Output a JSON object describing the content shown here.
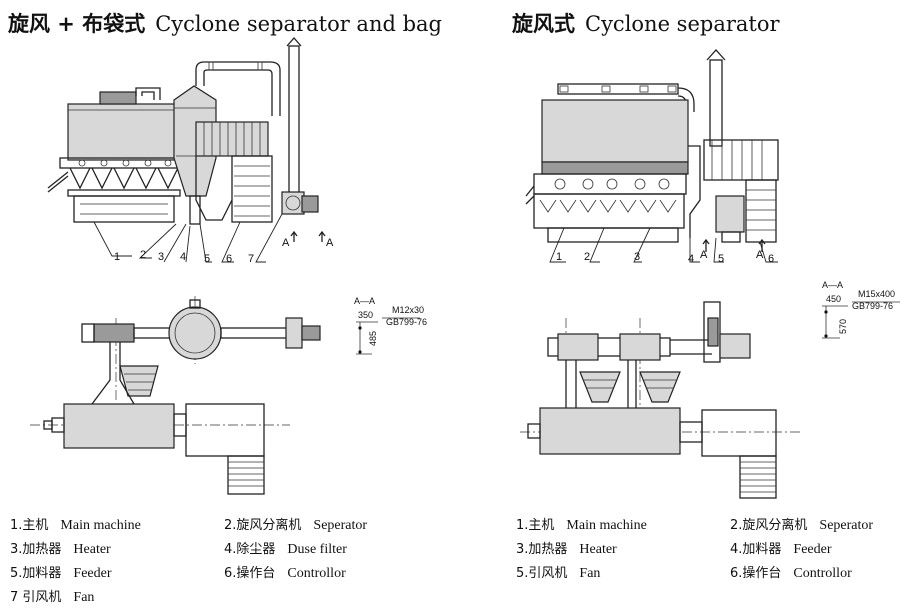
{
  "left": {
    "title_zh": "旋风 + 布袋式",
    "title_en": "Cyclone separator and bag",
    "callouts": [
      "1",
      "2",
      "3",
      "4",
      "5",
      "6",
      "7"
    ],
    "section": {
      "label": "A—A",
      "dim_a": "350",
      "dim_b": "485",
      "bolt": "M12x30",
      "std": "GB799-76"
    },
    "legend": [
      {
        "zh": "1.主机",
        "en": "Main machine"
      },
      {
        "zh": "2.旋风分离机",
        "en": "Seperator"
      },
      {
        "zh": "3.加热器",
        "en": "Heater"
      },
      {
        "zh": "4.除尘器",
        "en": "Duse filter"
      },
      {
        "zh": "5.加料器",
        "en": "Feeder"
      },
      {
        "zh": "6.操作台",
        "en": "Controllor"
      },
      {
        "zh": "7 引风机",
        "en": "Fan"
      }
    ]
  },
  "right": {
    "title_zh": "旋风式",
    "title_en": "Cyclone separator",
    "callouts": [
      "1",
      "2",
      "3",
      "4",
      "5",
      "6"
    ],
    "section": {
      "label": "A—A",
      "dim_a": "450",
      "dim_b": "570",
      "bolt": "M15x400",
      "std": "GB799-76"
    },
    "legend": [
      {
        "zh": "1.主机",
        "en": "Main machine"
      },
      {
        "zh": "2.旋风分离机",
        "en": "Seperator"
      },
      {
        "zh": "3.加热器",
        "en": "Heater"
      },
      {
        "zh": "4.加料器",
        "en": "Feeder"
      },
      {
        "zh": "5.引风机",
        "en": "Fan"
      },
      {
        "zh": "6.操作台",
        "en": "Controllor"
      }
    ]
  },
  "arrow_mark": "A"
}
